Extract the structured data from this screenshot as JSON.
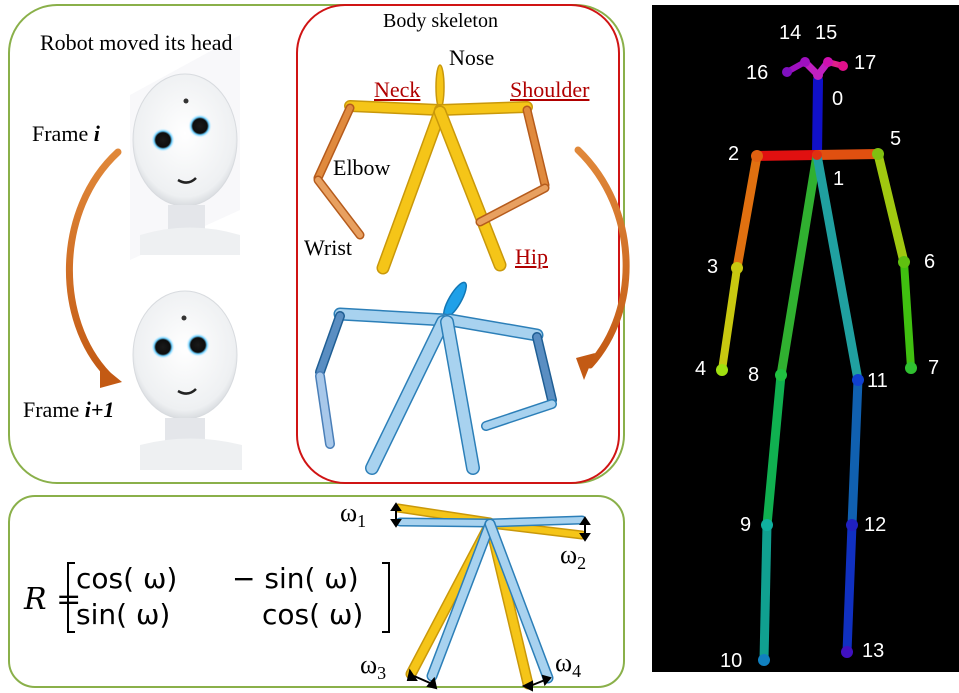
{
  "panels": {
    "robot": {
      "title": "Robot moved its head",
      "frame_i_label": "Frame ",
      "frame_i_var": "i",
      "frame_i1_label": "Frame ",
      "frame_i1_var": "i+1"
    },
    "skeleton": {
      "title": "Body skeleton",
      "nose": "Nose",
      "neck": "Neck",
      "shoulder": "Shoulder",
      "elbow": "Elbow",
      "wrist": "Wrist",
      "hip": "Hip"
    },
    "rotation": {
      "lhs": "R =",
      "m11": "cos( ω)",
      "m12": "− sin( ω)",
      "m21": "sin( ω)",
      "m22": "cos( ω)",
      "w1": "ω",
      "w1_sub": "1",
      "w2": "ω",
      "w2_sub": "2",
      "w3": "ω",
      "w3_sub": "3",
      "w4": "ω",
      "w4_sub": "4"
    },
    "keypoints": {
      "labels": [
        "0",
        "1",
        "2",
        "3",
        "4",
        "5",
        "6",
        "7",
        "8",
        "9",
        "10",
        "11",
        "12",
        "13",
        "14",
        "15",
        "16",
        "17"
      ]
    }
  },
  "colors": {
    "green_border": "#8ab04a",
    "red_border": "#d01414",
    "yellow_limb": "#f5c518",
    "blue_limb": "#3aa8e0",
    "orange_arrow": "#d2691e",
    "underline_red": "#b00000"
  }
}
